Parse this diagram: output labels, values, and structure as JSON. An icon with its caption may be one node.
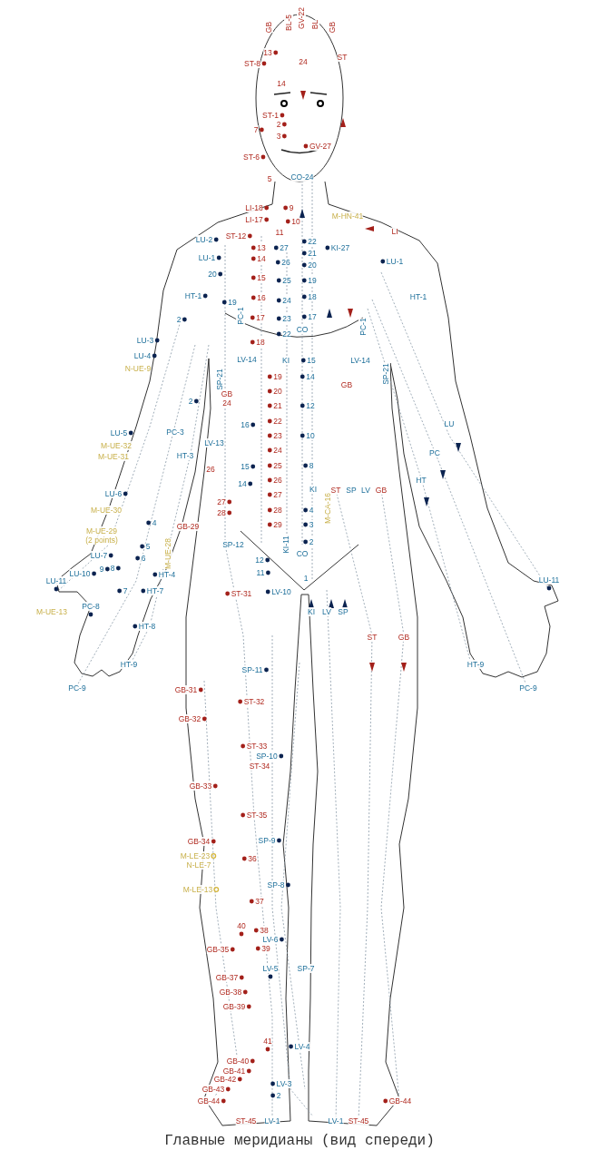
{
  "diagram": {
    "caption": "Главные меридианы (вид спереди)",
    "labels": [
      "GB",
      "BL-5",
      "GV-22",
      "BL",
      "GB",
      "13",
      "ST",
      "24",
      "ST-8",
      "14",
      "ST-1",
      "2",
      "7",
      "3",
      "GV-27",
      "ST-6",
      "CO-24",
      "5",
      "LI-18",
      "9",
      "M-HN-41",
      "LI-17",
      "10",
      "11",
      "LI",
      "ST-12",
      "LU-2",
      "22",
      "13",
      "27",
      "KI-27",
      "21",
      "LU-1",
      "14",
      "LU-1",
      "26",
      "20",
      "20",
      "15",
      "25",
      "19",
      "HT-1",
      "HT-1",
      "16",
      "18",
      "24",
      "19",
      "PC-1",
      "17",
      "23",
      "17",
      "2",
      "PC-1",
      "CO",
      "22",
      "18",
      "LU-3",
      "LU-4",
      "LV-14",
      "KI",
      "LV-14",
      "15",
      "N-UE-9",
      "SP-21",
      "SP-21",
      "19",
      "14",
      "GB",
      "20",
      "GB 24",
      "2",
      "21",
      "12",
      "22",
      "LU",
      "16",
      "LU-5",
      "PC-3",
      "23",
      "10",
      "LV-13",
      "M-UE-32",
      "24",
      "PC",
      "HT-3",
      "M-UE-31",
      "15",
      "25",
      "8",
      "26",
      "HT",
      "14",
      "26",
      "KI",
      "ST",
      "SP",
      "LV",
      "GB",
      "LU-6",
      "27",
      "27",
      "M-CA-16",
      "M-UE-30",
      "28",
      "4",
      "28",
      "4",
      "29",
      "3",
      "GB-29",
      "M-UE-29 (2 points)",
      "SP-12",
      "KI-11",
      "2",
      "5",
      "M-UE-28",
      "CO",
      "LU-7",
      "6",
      "12",
      "9",
      "8",
      "11",
      "LU-10",
      "HT-4",
      "1",
      "LU-11",
      "LU-11",
      "7",
      "HT-7",
      "LV-10",
      "ST-31",
      "PC-8",
      "M-UE-13",
      "KI",
      "LV",
      "SP",
      "HT-8",
      "ST",
      "GB",
      "HT-9",
      "HT-9",
      "SP-11",
      "PC-9",
      "PC-9",
      "GB-31",
      "ST-32",
      "GB-32",
      "ST-33",
      "SP-10",
      "ST-34",
      "GB-33",
      "ST-35",
      "SP-9",
      "GB-34",
      "M-LE-23",
      "36",
      "N-LE-7",
      "SP-8",
      "M-LE-13",
      "37",
      "40",
      "38",
      "LV-6",
      "39",
      "GB-35",
      "SP-7",
      "LV-5",
      "GB-37",
      "GB-38",
      "GB-39",
      "41",
      "LV-4",
      "GB-40",
      "GB-41",
      "GB-42",
      "LV-3",
      "GB-43",
      "2",
      "GB-44",
      "GB-44",
      "ST-45",
      "LV-1",
      "LV-1",
      "ST-45"
    ]
  }
}
